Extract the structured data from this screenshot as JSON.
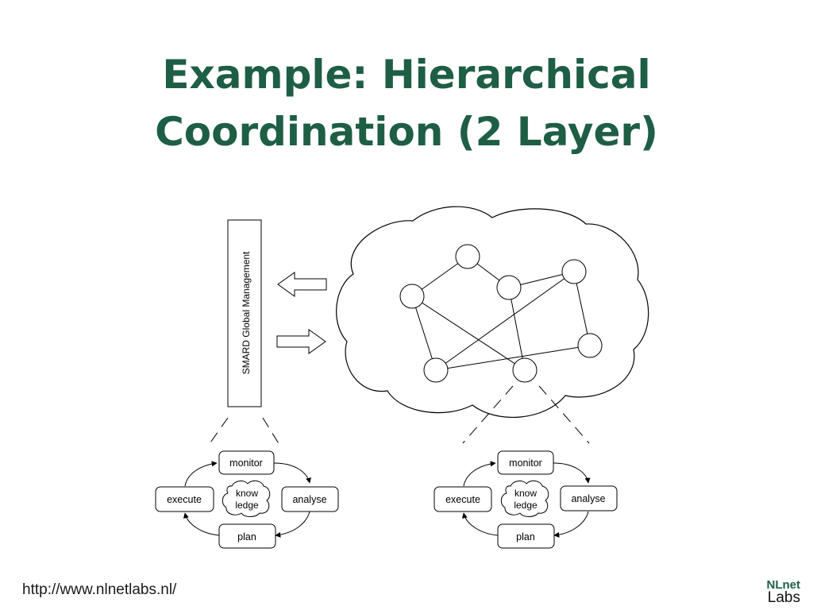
{
  "slide": {
    "title_line1": "Example: Hierarchical",
    "title_line2": "Coordination (2 Layer)",
    "footer_url": "http://www.nlnetlabs.nl/",
    "logo_top": "NLnet",
    "logo_bottom": "Labs",
    "accent_color": "#1e5e45"
  },
  "diagram": {
    "global_management_label": "SMARD Global Management",
    "mape_loops": [
      {
        "monitor": "monitor",
        "analyse": "analyse",
        "plan": "plan",
        "execute": "execute",
        "knowledge_line1": "know",
        "knowledge_line2": "ledge"
      },
      {
        "monitor": "monitor",
        "analyse": "analyse",
        "plan": "plan",
        "execute": "execute",
        "knowledge_line1": "know",
        "knowledge_line2": "ledge"
      }
    ]
  }
}
